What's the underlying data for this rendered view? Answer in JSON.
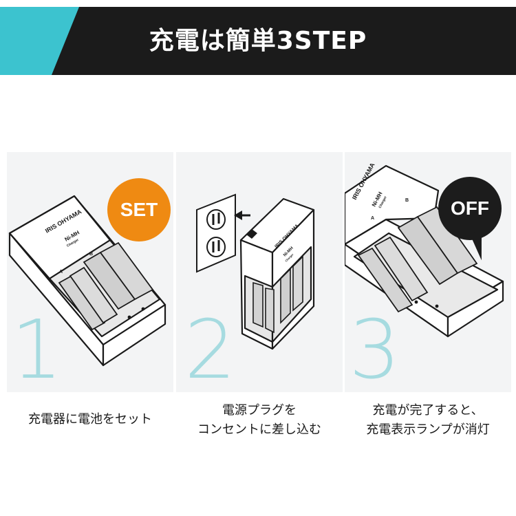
{
  "header": {
    "title": "充電は簡単3STEP",
    "accent_color": "#3cc3cf",
    "background_color": "#1b1b1b"
  },
  "steps": [
    {
      "number": "1",
      "badge": "SET",
      "badge_color": "#ef8a12",
      "caption_lines": [
        "充電器に電池をセット"
      ],
      "device_labels": {
        "brand": "IRIS OHYAMA",
        "model": "Ni-MH",
        "sub": "Charger",
        "slot_a": "A",
        "slot_b": "B"
      }
    },
    {
      "number": "2",
      "badge": "",
      "caption_lines": [
        "電源プラグを",
        "コンセントに差し込む"
      ],
      "device_labels": {
        "brand": "IRIS OHYAMA",
        "model": "Ni-MH",
        "sub": "Charger"
      }
    },
    {
      "number": "3",
      "badge": "OFF",
      "badge_color": "#1c1c1c",
      "caption_lines": [
        "充電が完了すると、",
        "充電表示ランプが消灯"
      ],
      "device_labels": {
        "brand": "IRIS OHYAMA",
        "model": "Ni-MH",
        "sub": "Charger",
        "slot_a": "A",
        "slot_b": "B"
      }
    }
  ],
  "number_color": "#a6dbe0"
}
